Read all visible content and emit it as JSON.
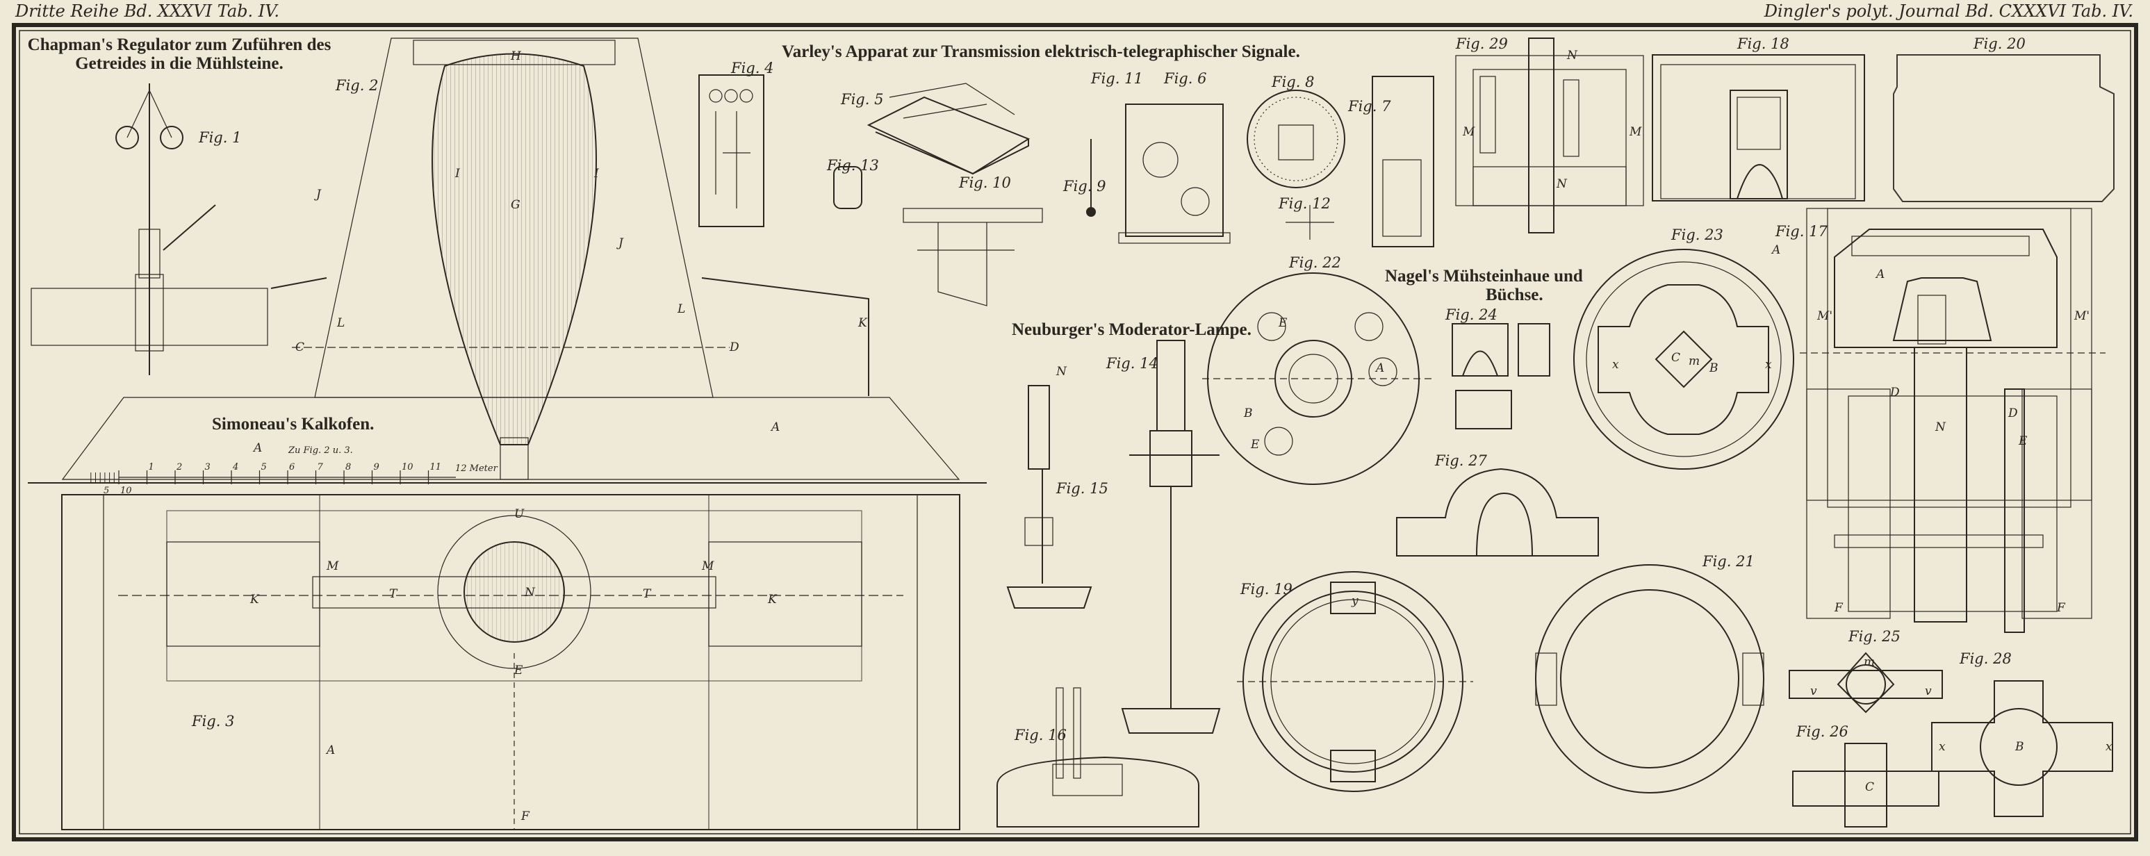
{
  "header": {
    "left": "Dritte Reihe Bd. XXXVI Tab. IV.",
    "right": "Dingler's polyt. Journal Bd. CXXXVI Tab. IV."
  },
  "titles": {
    "chapman_line1": "Chapman's Regulator zum Zuführen des",
    "chapman_line2": "Getreides in die Mühlsteine.",
    "simoneau": "Simoneau's Kalkofen.",
    "varley": "Varley's Apparat zur Transmission elektrisch-telegraphischer Signale.",
    "neuburger": "Neuburger's Moderator-Lampe.",
    "nagel_line1": "Nagel's Mühsteinhaue und",
    "nagel_line2": "Büchse."
  },
  "scale": {
    "caption": "Zu Fig. 2 u. 3.",
    "unit": "12 Meter",
    "ticks": [
      "1",
      "2",
      "3",
      "4",
      "5",
      "6",
      "7",
      "8",
      "9",
      "10",
      "11"
    ],
    "sub_ticks": [
      "5",
      "10"
    ]
  },
  "figures": [
    "Fig. 1",
    "Fig. 2",
    "Fig. 3",
    "Fig. 4",
    "Fig. 5",
    "Fig. 6",
    "Fig. 7",
    "Fig. 8",
    "Fig. 9",
    "Fig. 10",
    "Fig. 11",
    "Fig. 12",
    "Fig. 13",
    "Fig. 14",
    "Fig. 15",
    "Fig. 16",
    "Fig. 17",
    "Fig. 18",
    "Fig. 19",
    "Fig. 20",
    "Fig. 21",
    "Fig. 22",
    "Fig. 23",
    "Fig. 24",
    "Fig. 25",
    "Fig. 26",
    "Fig. 27",
    "Fig. 28",
    "Fig. 29"
  ],
  "letters": [
    "H",
    "G",
    "I",
    "I",
    "J",
    "J",
    "L",
    "L",
    "K",
    "C",
    "D",
    "A",
    "A",
    "A",
    "K",
    "K",
    "T",
    "T",
    "U",
    "E",
    "F",
    "M",
    "M",
    "N",
    "N",
    "A",
    "B",
    "A",
    "v",
    "v",
    "y",
    "N",
    "N",
    "M",
    "M",
    "A",
    "B",
    "C",
    "m",
    "x",
    "x",
    "M'",
    "M'",
    "E",
    "D",
    "N",
    "F",
    "F",
    "m",
    "C",
    "B",
    "x",
    "x",
    "D",
    "E",
    "E"
  ],
  "colors": {
    "paper": "#efe9d8",
    "ink": "#2a2620"
  }
}
